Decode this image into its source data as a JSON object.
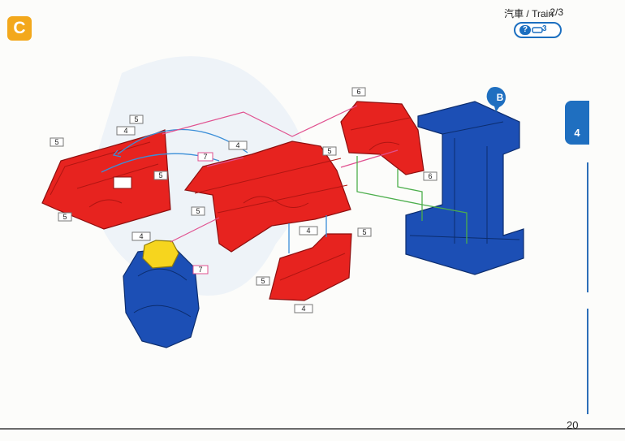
{
  "header": {
    "title": "汽車 / Train",
    "page_of": "2/3"
  },
  "step": {
    "letter": "C"
  },
  "help_badge": {
    "icon": "question-icon",
    "count": "3"
  },
  "side_tab": {
    "label": "4"
  },
  "subassembly": {
    "label": "B"
  },
  "callouts": {
    "five": "5",
    "four": "4",
    "six": "6",
    "seven": "7"
  },
  "colors": {
    "accent_orange": "#f3a81c",
    "brand_blue": "#1f6fc0",
    "piece_red": "#e7231f",
    "piece_blue": "#1c4fb5",
    "piece_yellow": "#f6d51e"
  },
  "footer": {
    "page_number": "20"
  }
}
